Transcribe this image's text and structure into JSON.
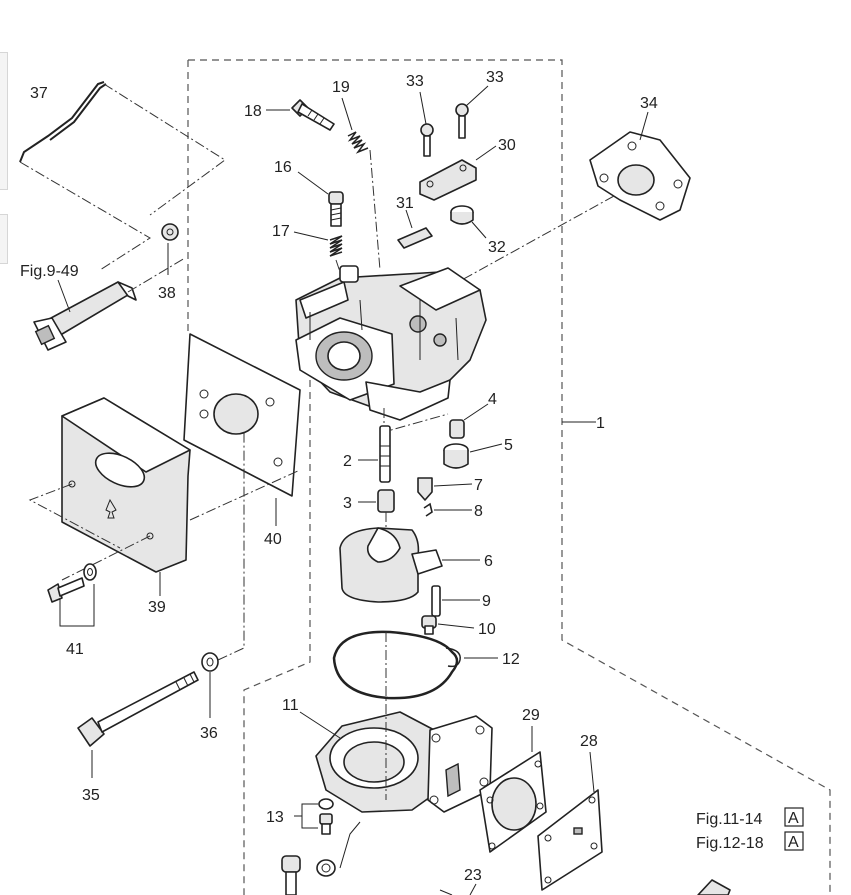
{
  "labels": {
    "p1": "1",
    "p2": "2",
    "p3": "3",
    "p4": "4",
    "p5": "5",
    "p6": "6",
    "p7": "7",
    "p8": "8",
    "p9": "9",
    "p10": "10",
    "p11": "11",
    "p12": "12",
    "p13": "13",
    "p16": "16",
    "p17": "17",
    "p18": "18",
    "p19": "19",
    "p23": "23",
    "p28": "28",
    "p29": "29",
    "p30": "30",
    "p31": "31",
    "p32": "32",
    "p33a": "33",
    "p33b": "33",
    "p34": "34",
    "p35": "35",
    "p36": "36",
    "p37": "37",
    "p38": "38",
    "p39": "39",
    "p40": "40",
    "p41": "41"
  },
  "references": {
    "fig949": "Fig.9-49",
    "fig1114": "Fig.11-14",
    "fig1218": "Fig.12-18",
    "box_letter": "A"
  }
}
